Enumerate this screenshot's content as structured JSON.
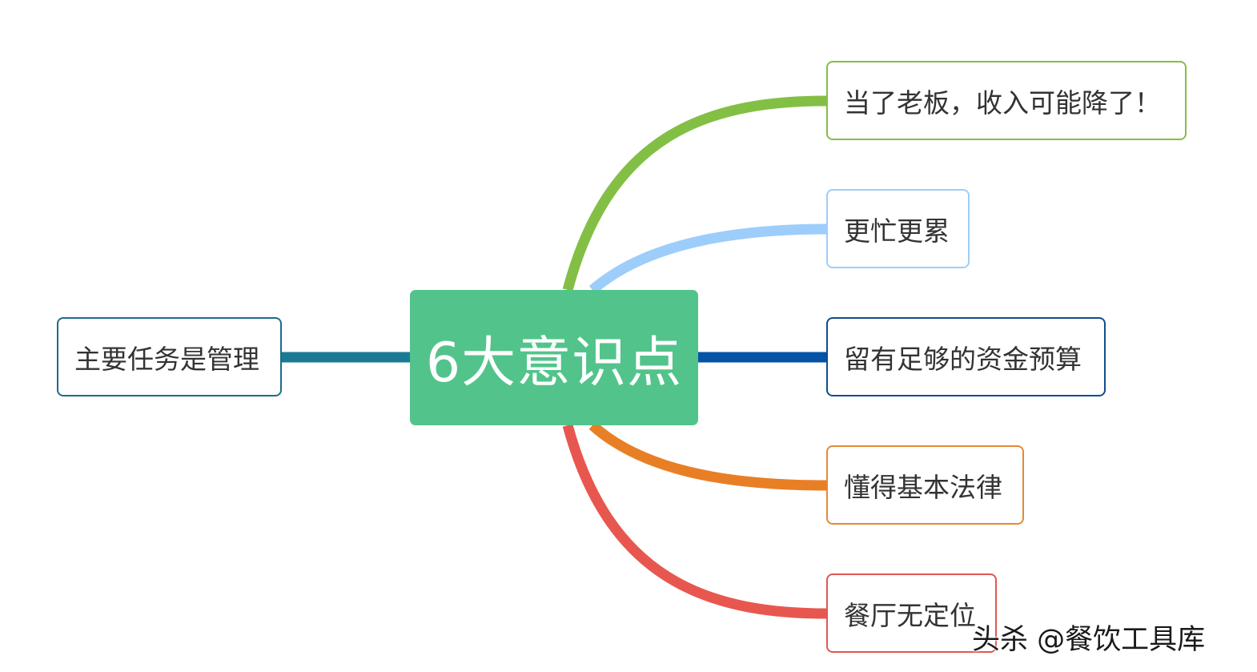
{
  "diagram": {
    "center": {
      "label": "6大意识点",
      "color": "#52c48b"
    },
    "right_branches": [
      {
        "label": "当了老板，收入可能降了！",
        "color": "#83bf45"
      },
      {
        "label": "更忙更累",
        "color": "#9dcdfb"
      },
      {
        "label": "留有足够的资金预算",
        "color": "#0553a7"
      },
      {
        "label": "懂得基本法律",
        "color": "#e87f25"
      },
      {
        "label": "餐厅无定位",
        "color": "#e8574f"
      }
    ],
    "left_branch": {
      "label": "主要任务是管理",
      "color": "#1b7a93"
    }
  },
  "watermark": "头杀 @餐饮工具库"
}
